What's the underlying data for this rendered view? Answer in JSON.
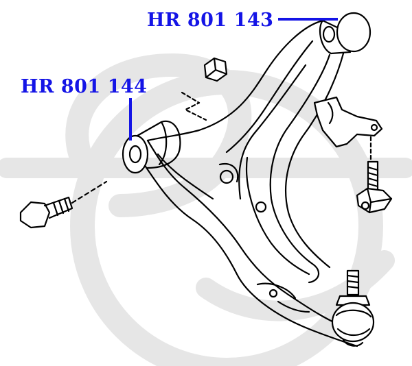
{
  "labels": {
    "part_143": "HR 801 143",
    "part_144": "HR 801 144"
  },
  "colors": {
    "label": "#1414e6",
    "line_art": "#000000",
    "watermark": "#e6e6e6",
    "background": "#ffffff"
  },
  "watermark": {
    "icon": "brand-logo-watermark"
  }
}
